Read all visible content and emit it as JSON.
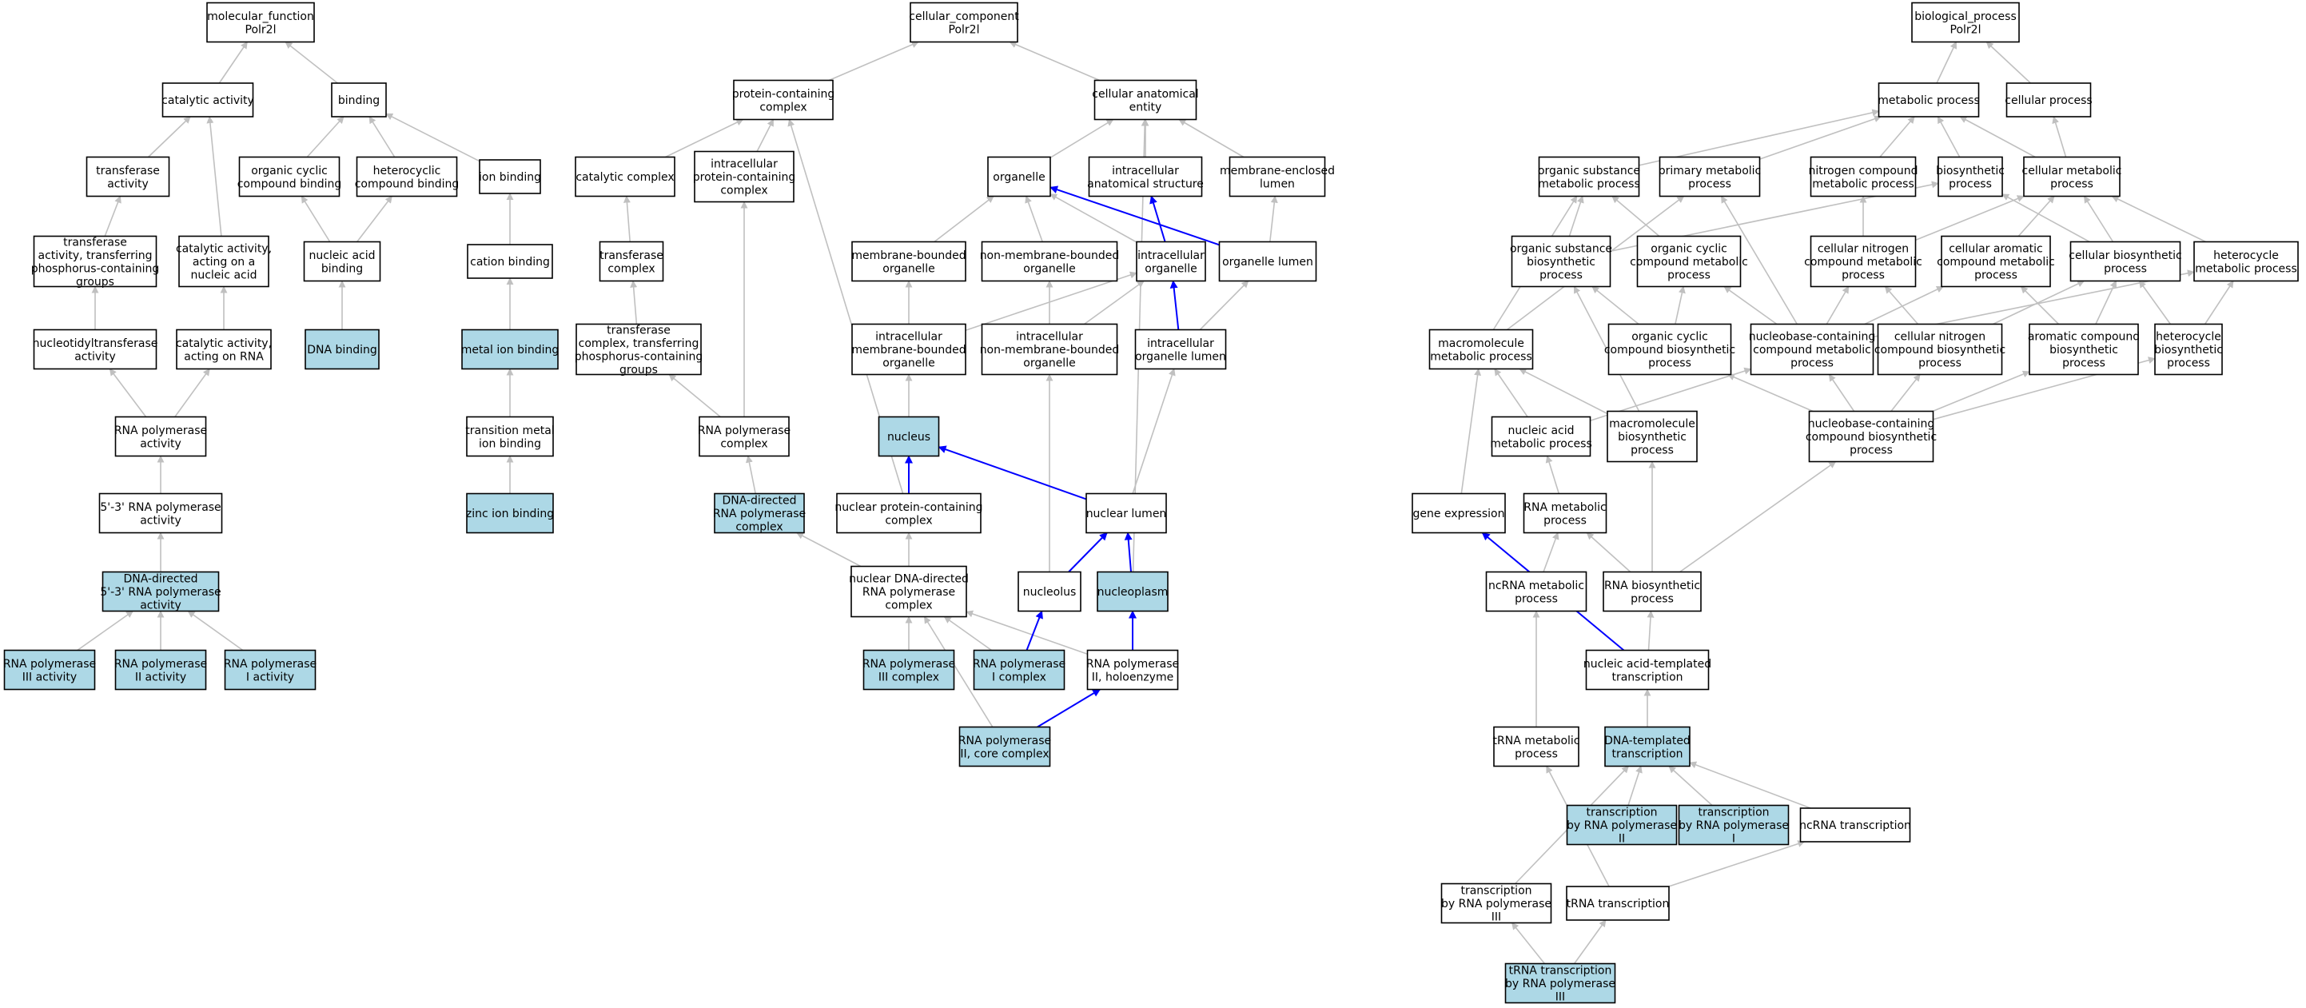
{
  "colors": {
    "node_fill": "#ffffff",
    "highlight_fill": "#add8e6",
    "node_stroke": "#000000",
    "edge_gray": "#c0c0c0",
    "edge_blue": "#0000ff"
  },
  "nodes": [
    {
      "id": "mf",
      "label": [
        "molecular_function",
        "Polr2l"
      ],
      "hl": false
    },
    {
      "id": "catact",
      "label": [
        "catalytic activity"
      ],
      "hl": false
    },
    {
      "id": "binding",
      "label": [
        "binding"
      ],
      "hl": false
    },
    {
      "id": "transf",
      "label": [
        "transferase",
        "activity"
      ],
      "hl": false
    },
    {
      "id": "orgcyc",
      "label": [
        "organic cyclic",
        "compound binding"
      ],
      "hl": false
    },
    {
      "id": "hetcyc",
      "label": [
        "heterocyclic",
        "compound binding"
      ],
      "hl": false
    },
    {
      "id": "ionb",
      "label": [
        "ion binding"
      ],
      "hl": false
    },
    {
      "id": "tphos",
      "label": [
        "transferase",
        "activity, transferring",
        "phosphorus-containing",
        "groups"
      ],
      "hl": false
    },
    {
      "id": "catna",
      "label": [
        "catalytic activity,",
        "acting on a",
        "nucleic acid"
      ],
      "hl": false
    },
    {
      "id": "nab",
      "label": [
        "nucleic acid",
        "binding"
      ],
      "hl": false
    },
    {
      "id": "catb",
      "label": [
        "cation binding"
      ],
      "hl": false
    },
    {
      "id": "ntt",
      "label": [
        "nucleotidyltransferase",
        "activity"
      ],
      "hl": false
    },
    {
      "id": "catrna",
      "label": [
        "catalytic activity,",
        "acting on RNA"
      ],
      "hl": false
    },
    {
      "id": "dnab",
      "label": [
        "DNA binding"
      ],
      "hl": true
    },
    {
      "id": "mib",
      "label": [
        "metal ion binding"
      ],
      "hl": true
    },
    {
      "id": "rnapa",
      "label": [
        "RNA polymerase",
        "activity"
      ],
      "hl": false
    },
    {
      "id": "tmib",
      "label": [
        "transition metal",
        "ion binding"
      ],
      "hl": false
    },
    {
      "id": "p53",
      "label": [
        "5'-3' RNA polymerase",
        "activity"
      ],
      "hl": false
    },
    {
      "id": "zib",
      "label": [
        "zinc ion binding"
      ],
      "hl": true
    },
    {
      "id": "dd53",
      "label": [
        "DNA-directed",
        "5'-3' RNA polymerase",
        "activity"
      ],
      "hl": true
    },
    {
      "id": "p3a",
      "label": [
        "RNA polymerase",
        "III activity"
      ],
      "hl": true
    },
    {
      "id": "p2a",
      "label": [
        "RNA polymerase",
        "II activity"
      ],
      "hl": true
    },
    {
      "id": "p1a",
      "label": [
        "RNA polymerase",
        "I activity"
      ],
      "hl": true
    },
    {
      "id": "cc",
      "label": [
        "cellular_component",
        "Polr2l"
      ],
      "hl": false
    },
    {
      "id": "pcc",
      "label": [
        "protein-containing",
        "complex"
      ],
      "hl": false
    },
    {
      "id": "cae",
      "label": [
        "cellular anatomical",
        "entity"
      ],
      "hl": false
    },
    {
      "id": "catc",
      "label": [
        "catalytic complex"
      ],
      "hl": false
    },
    {
      "id": "ipcc",
      "label": [
        "intracellular",
        "protein-containing",
        "complex"
      ],
      "hl": false
    },
    {
      "id": "org",
      "label": [
        "organelle"
      ],
      "hl": false
    },
    {
      "id": "ias",
      "label": [
        "intracellular",
        "anatomical structure"
      ],
      "hl": false
    },
    {
      "id": "mel",
      "label": [
        "membrane-enclosed",
        "lumen"
      ],
      "hl": false
    },
    {
      "id": "tc",
      "label": [
        "transferase",
        "complex"
      ],
      "hl": false
    },
    {
      "id": "mbo",
      "label": [
        "membrane-bounded",
        "organelle"
      ],
      "hl": false
    },
    {
      "id": "nmbo",
      "label": [
        "non-membrane-bounded",
        "organelle"
      ],
      "hl": false
    },
    {
      "id": "io",
      "label": [
        "intracellular",
        "organelle"
      ],
      "hl": false
    },
    {
      "id": "ol",
      "label": [
        "organelle lumen"
      ],
      "hl": false
    },
    {
      "id": "tcp",
      "label": [
        "transferase",
        "complex, transferring",
        "phosphorus-containing",
        "groups"
      ],
      "hl": false
    },
    {
      "id": "imbo",
      "label": [
        "intracellular",
        "membrane-bounded",
        "organelle"
      ],
      "hl": false
    },
    {
      "id": "inmbo",
      "label": [
        "intracellular",
        "non-membrane-bounded",
        "organelle"
      ],
      "hl": false
    },
    {
      "id": "iol",
      "label": [
        "intracellular",
        "organelle lumen"
      ],
      "hl": false
    },
    {
      "id": "rnapc",
      "label": [
        "RNA polymerase",
        "complex"
      ],
      "hl": false
    },
    {
      "id": "nucleus",
      "label": [
        "nucleus"
      ],
      "hl": true
    },
    {
      "id": "ddrpc",
      "label": [
        "DNA-directed",
        "RNA polymerase",
        "complex"
      ],
      "hl": true
    },
    {
      "id": "npcc",
      "label": [
        "nuclear protein-containing",
        "complex"
      ],
      "hl": false
    },
    {
      "id": "nl",
      "label": [
        "nuclear lumen"
      ],
      "hl": false
    },
    {
      "id": "nddrpc",
      "label": [
        "nuclear DNA-directed",
        "RNA polymerase",
        "complex"
      ],
      "hl": false
    },
    {
      "id": "nucleolus",
      "label": [
        "nucleolus"
      ],
      "hl": false
    },
    {
      "id": "nucleoplasm",
      "label": [
        "nucleoplasm"
      ],
      "hl": true
    },
    {
      "id": "p3c",
      "label": [
        "RNA polymerase",
        "III complex"
      ],
      "hl": true
    },
    {
      "id": "p1c",
      "label": [
        "RNA polymerase",
        "I complex"
      ],
      "hl": true
    },
    {
      "id": "p2h",
      "label": [
        "RNA polymerase",
        "II, holoenzyme"
      ],
      "hl": false
    },
    {
      "id": "p2cc",
      "label": [
        "RNA polymerase",
        "II, core complex"
      ],
      "hl": true
    },
    {
      "id": "bp",
      "label": [
        "biological_process",
        "Polr2l"
      ],
      "hl": false
    },
    {
      "id": "mp",
      "label": [
        "metabolic process"
      ],
      "hl": false
    },
    {
      "id": "cp",
      "label": [
        "cellular process"
      ],
      "hl": false
    },
    {
      "id": "osmp",
      "label": [
        "organic substance",
        "metabolic process"
      ],
      "hl": false
    },
    {
      "id": "pmp",
      "label": [
        "primary metabolic",
        "process"
      ],
      "hl": false
    },
    {
      "id": "ncmp",
      "label": [
        "nitrogen compound",
        "metabolic process"
      ],
      "hl": false
    },
    {
      "id": "bsp",
      "label": [
        "biosynthetic",
        "process"
      ],
      "hl": false
    },
    {
      "id": "cmp",
      "label": [
        "cellular metabolic",
        "process"
      ],
      "hl": false
    },
    {
      "id": "osbp",
      "label": [
        "organic substance",
        "biosynthetic",
        "process"
      ],
      "hl": false
    },
    {
      "id": "occmp",
      "label": [
        "organic cyclic",
        "compound metabolic",
        "process"
      ],
      "hl": false
    },
    {
      "id": "cncmp",
      "label": [
        "cellular nitrogen",
        "compound metabolic",
        "process"
      ],
      "hl": false
    },
    {
      "id": "cacmp",
      "label": [
        "cellular aromatic",
        "compound metabolic",
        "process"
      ],
      "hl": false
    },
    {
      "id": "cbp",
      "label": [
        "cellular biosynthetic",
        "process"
      ],
      "hl": false
    },
    {
      "id": "hmp",
      "label": [
        "heterocycle",
        "metabolic process"
      ],
      "hl": false
    },
    {
      "id": "macmp",
      "label": [
        "macromolecule",
        "metabolic process"
      ],
      "hl": false
    },
    {
      "id": "occbp",
      "label": [
        "organic cyclic",
        "compound biosynthetic",
        "process"
      ],
      "hl": false
    },
    {
      "id": "nbcmp",
      "label": [
        "nucleobase-containing",
        "compound metabolic",
        "process"
      ],
      "hl": false
    },
    {
      "id": "cncbp",
      "label": [
        "cellular nitrogen",
        "compound biosynthetic",
        "process"
      ],
      "hl": false
    },
    {
      "id": "acbp",
      "label": [
        "aromatic compound",
        "biosynthetic",
        "process"
      ],
      "hl": false
    },
    {
      "id": "hbp",
      "label": [
        "heterocycle",
        "biosynthetic",
        "process"
      ],
      "hl": false
    },
    {
      "id": "namp",
      "label": [
        "nucleic acid",
        "metabolic process"
      ],
      "hl": false
    },
    {
      "id": "macbp",
      "label": [
        "macromolecule",
        "biosynthetic",
        "process"
      ],
      "hl": false
    },
    {
      "id": "nbcbp",
      "label": [
        "nucleobase-containing",
        "compound biosynthetic",
        "process"
      ],
      "hl": false
    },
    {
      "id": "ge",
      "label": [
        "gene expression"
      ],
      "hl": false
    },
    {
      "id": "rnamp",
      "label": [
        "RNA metabolic",
        "process"
      ],
      "hl": false
    },
    {
      "id": "ncrnamp",
      "label": [
        "ncRNA metabolic",
        "process"
      ],
      "hl": false
    },
    {
      "id": "rnabp",
      "label": [
        "RNA biosynthetic",
        "process"
      ],
      "hl": false
    },
    {
      "id": "natt",
      "label": [
        "nucleic acid-templated",
        "transcription"
      ],
      "hl": false
    },
    {
      "id": "trnamp",
      "label": [
        "tRNA metabolic",
        "process"
      ],
      "hl": false
    },
    {
      "id": "dtt",
      "label": [
        "DNA-templated",
        "transcription"
      ],
      "hl": true
    },
    {
      "id": "t2",
      "label": [
        "transcription",
        "by RNA polymerase",
        "II"
      ],
      "hl": true
    },
    {
      "id": "t1",
      "label": [
        "transcription",
        "by RNA polymerase",
        "I"
      ],
      "hl": true
    },
    {
      "id": "ncrnat",
      "label": [
        "ncRNA transcription"
      ],
      "hl": false
    },
    {
      "id": "t3",
      "label": [
        "transcription",
        "by RNA polymerase",
        "III"
      ],
      "hl": false
    },
    {
      "id": "trnat",
      "label": [
        "tRNA transcription"
      ],
      "hl": false
    },
    {
      "id": "trnat3",
      "label": [
        "tRNA transcription",
        "by RNA polymerase",
        "III"
      ],
      "hl": true
    }
  ],
  "edges": [
    [
      "catact",
      "mf",
      0
    ],
    [
      "binding",
      "mf",
      0
    ],
    [
      "transf",
      "catact",
      0
    ],
    [
      "catna",
      "catact",
      0
    ],
    [
      "orgcyc",
      "binding",
      0
    ],
    [
      "hetcyc",
      "binding",
      0
    ],
    [
      "ionb",
      "binding",
      0
    ],
    [
      "tphos",
      "transf",
      0
    ],
    [
      "ntt",
      "tphos",
      0
    ],
    [
      "catrna",
      "catna",
      0
    ],
    [
      "nab",
      "orgcyc",
      0
    ],
    [
      "nab",
      "hetcyc",
      0
    ],
    [
      "dnab",
      "nab",
      0
    ],
    [
      "catb",
      "ionb",
      0
    ],
    [
      "mib",
      "catb",
      0
    ],
    [
      "tmib",
      "mib",
      0
    ],
    [
      "zib",
      "tmib",
      0
    ],
    [
      "rnapa",
      "ntt",
      0
    ],
    [
      "rnapa",
      "catrna",
      0
    ],
    [
      "p53",
      "rnapa",
      0
    ],
    [
      "dd53",
      "p53",
      0
    ],
    [
      "p3a",
      "dd53",
      0
    ],
    [
      "p2a",
      "dd53",
      0
    ],
    [
      "p1a",
      "dd53",
      0
    ],
    [
      "pcc",
      "cc",
      0
    ],
    [
      "cae",
      "cc",
      0
    ],
    [
      "catc",
      "pcc",
      0
    ],
    [
      "ipcc",
      "pcc",
      0
    ],
    [
      "npcc",
      "pcc",
      0
    ],
    [
      "org",
      "cae",
      0
    ],
    [
      "ias",
      "cae",
      0
    ],
    [
      "mel",
      "cae",
      0
    ],
    [
      "nucleoplasm",
      "cae",
      0
    ],
    [
      "tc",
      "catc",
      0
    ],
    [
      "tcp",
      "tc",
      0
    ],
    [
      "rnapc",
      "tcp",
      0
    ],
    [
      "rnapc",
      "ipcc",
      0
    ],
    [
      "mbo",
      "org",
      0
    ],
    [
      "nmbo",
      "org",
      0
    ],
    [
      "io",
      "org",
      0
    ],
    [
      "ol",
      "org",
      1
    ],
    [
      "io",
      "ias",
      1
    ],
    [
      "ol",
      "mel",
      0
    ],
    [
      "imbo",
      "mbo",
      0
    ],
    [
      "imbo",
      "io",
      0
    ],
    [
      "inmbo",
      "nmbo",
      0
    ],
    [
      "inmbo",
      "io",
      0
    ],
    [
      "iol",
      "io",
      1
    ],
    [
      "iol",
      "ol",
      0
    ],
    [
      "nucleus",
      "imbo",
      0
    ],
    [
      "nucleolus",
      "inmbo",
      0
    ],
    [
      "nl",
      "iol",
      0
    ],
    [
      "nl",
      "nucleus",
      1
    ],
    [
      "npcc",
      "nucleus",
      1
    ],
    [
      "ddrpc",
      "rnapc",
      0
    ],
    [
      "nddrpc",
      "ddrpc",
      0
    ],
    [
      "nddrpc",
      "npcc",
      0
    ],
    [
      "nucleolus",
      "nl",
      1
    ],
    [
      "nucleoplasm",
      "nl",
      1
    ],
    [
      "p3c",
      "nddrpc",
      0
    ],
    [
      "p1c",
      "nddrpc",
      0
    ],
    [
      "p2h",
      "nddrpc",
      0
    ],
    [
      "p2cc",
      "nddrpc",
      0
    ],
    [
      "p1c",
      "nucleolus",
      1
    ],
    [
      "p2h",
      "nucleoplasm",
      1
    ],
    [
      "p2cc",
      "p2h",
      1
    ],
    [
      "mp",
      "bp",
      0
    ],
    [
      "cp",
      "bp",
      0
    ],
    [
      "osmp",
      "mp",
      0
    ],
    [
      "pmp",
      "mp",
      0
    ],
    [
      "ncmp",
      "mp",
      0
    ],
    [
      "bsp",
      "mp",
      0
    ],
    [
      "cmp",
      "mp",
      0
    ],
    [
      "cmp",
      "cp",
      0
    ],
    [
      "osbp",
      "osmp",
      0
    ],
    [
      "osbp",
      "bsp",
      0
    ],
    [
      "occmp",
      "osmp",
      0
    ],
    [
      "cncmp",
      "ncmp",
      0
    ],
    [
      "cncmp",
      "cmp",
      0
    ],
    [
      "cacmp",
      "cmp",
      0
    ],
    [
      "cbp",
      "cmp",
      0
    ],
    [
      "cbp",
      "bsp",
      0
    ],
    [
      "hmp",
      "cmp",
      0
    ],
    [
      "macmp",
      "osmp",
      0
    ],
    [
      "macmp",
      "pmp",
      0
    ],
    [
      "occbp",
      "osbp",
      0
    ],
    [
      "occbp",
      "occmp",
      0
    ],
    [
      "nbcmp",
      "pmp",
      0
    ],
    [
      "nbcmp",
      "occmp",
      0
    ],
    [
      "nbcmp",
      "cncmp",
      0
    ],
    [
      "nbcmp",
      "cacmp",
      0
    ],
    [
      "nbcmp",
      "hmp",
      0
    ],
    [
      "cncbp",
      "cncmp",
      0
    ],
    [
      "cncbp",
      "cbp",
      0
    ],
    [
      "acbp",
      "cacmp",
      0
    ],
    [
      "acbp",
      "cbp",
      0
    ],
    [
      "hbp",
      "hmp",
      0
    ],
    [
      "hbp",
      "cbp",
      0
    ],
    [
      "namp",
      "macmp",
      0
    ],
    [
      "namp",
      "nbcmp",
      0
    ],
    [
      "macbp",
      "macmp",
      0
    ],
    [
      "macbp",
      "osbp",
      0
    ],
    [
      "nbcbp",
      "nbcmp",
      0
    ],
    [
      "nbcbp",
      "occbp",
      0
    ],
    [
      "nbcbp",
      "cncbp",
      0
    ],
    [
      "nbcbp",
      "acbp",
      0
    ],
    [
      "nbcbp",
      "hbp",
      0
    ],
    [
      "ge",
      "macmp",
      0
    ],
    [
      "rnamp",
      "namp",
      0
    ],
    [
      "ncrnamp",
      "rnamp",
      0
    ],
    [
      "rnabp",
      "rnamp",
      0
    ],
    [
      "rnabp",
      "macbp",
      0
    ],
    [
      "rnabp",
      "nbcbp",
      0
    ],
    [
      "natt",
      "rnabp",
      0
    ],
    [
      "natt",
      "ge",
      1
    ],
    [
      "trnamp",
      "ncrnamp",
      0
    ],
    [
      "dtt",
      "natt",
      0
    ],
    [
      "t2",
      "dtt",
      0
    ],
    [
      "t1",
      "dtt",
      0
    ],
    [
      "ncrnat",
      "dtt",
      0
    ],
    [
      "t3",
      "dtt",
      0
    ],
    [
      "trnat",
      "ncrnat",
      0
    ],
    [
      "trnat",
      "trnamp",
      0
    ],
    [
      "trnat3",
      "t3",
      0
    ],
    [
      "trnat3",
      "trnat",
      0
    ]
  ]
}
